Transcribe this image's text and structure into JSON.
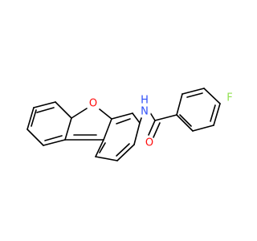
{
  "molecule": {
    "atoms": {
      "furan_oxygen": {
        "symbol": "O",
        "color": "#ff0d0d"
      },
      "amide_nitrogen": {
        "symbol": "N",
        "color": "#3050f8"
      },
      "amide_hydrogen": {
        "symbol": "H",
        "color": "#3050f8"
      },
      "carbonyl_oxygen": {
        "symbol": "O",
        "color": "#ff0d0d"
      },
      "fluorine": {
        "symbol": "F",
        "color": "#90e050"
      }
    },
    "bond_color": "#000000"
  }
}
